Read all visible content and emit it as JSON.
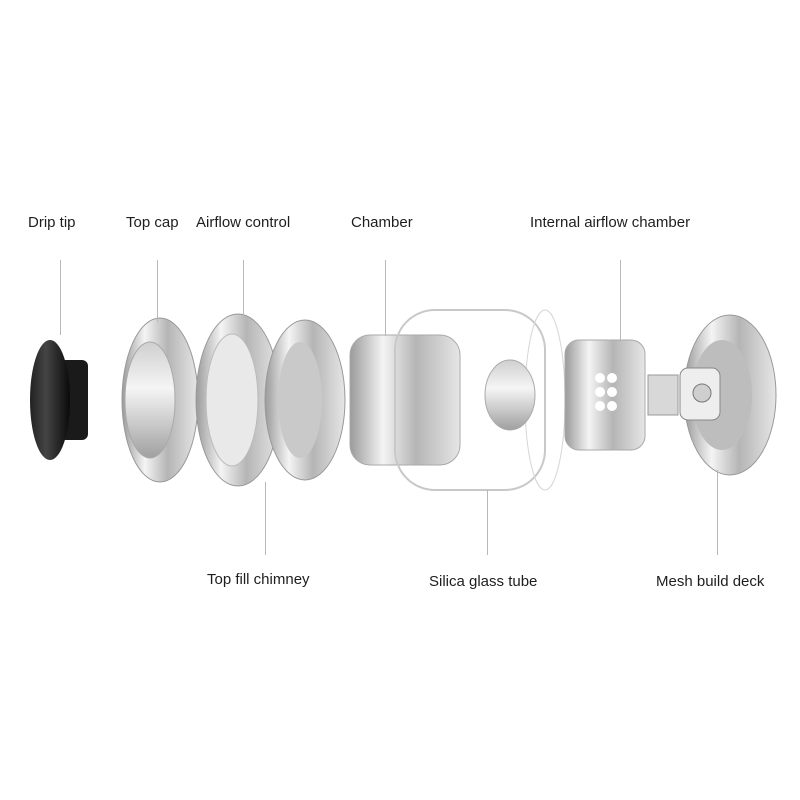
{
  "labels": {
    "drip_tip": "Drip tip",
    "top_cap": "Top cap",
    "airflow_control": "Airflow control",
    "chamber": "Chamber",
    "internal_airflow_chamber": "Internal airflow chamber",
    "top_fill_chimney": "Top fill chimney",
    "silica_glass_tube": "Silica glass tube",
    "mesh_build_deck": "Mesh build deck"
  },
  "colors": {
    "metal_light": "#f2f2f2",
    "metal_dark": "#8a8a8a",
    "drip_tip": "#111111",
    "leader_line": "#b8b8b8"
  }
}
